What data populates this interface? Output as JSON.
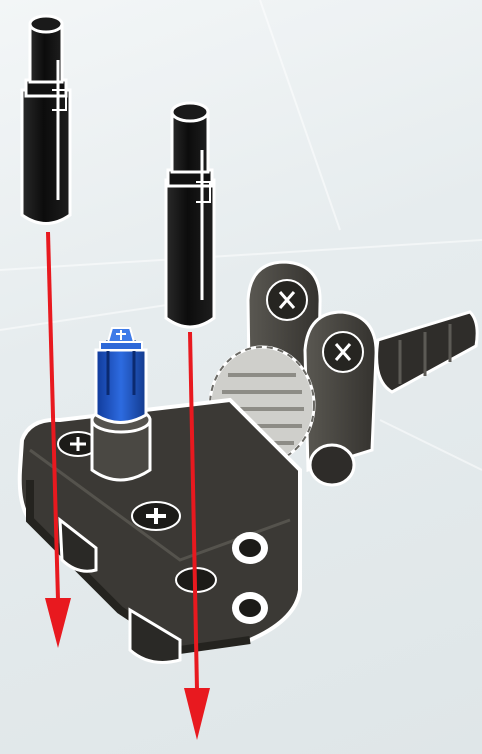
{
  "scene": {
    "kind": "assembly-instruction-step",
    "parts": [
      {
        "name": "black-pin-with-friction-ridge",
        "color": "#111111",
        "count": 2
      },
      {
        "name": "blue-axle-pin",
        "color": "#1f58c9",
        "count": 1
      },
      {
        "name": "dark-grey-liftarm-frame",
        "color": "#3f3d38",
        "count": 1
      },
      {
        "name": "light-grey-gear",
        "color": "#d9d9d6",
        "count": 1
      }
    ],
    "colors": {
      "background": "#e9eef0",
      "insertion_arrow": "#e8191f",
      "part_outline": "#ffffff"
    }
  }
}
